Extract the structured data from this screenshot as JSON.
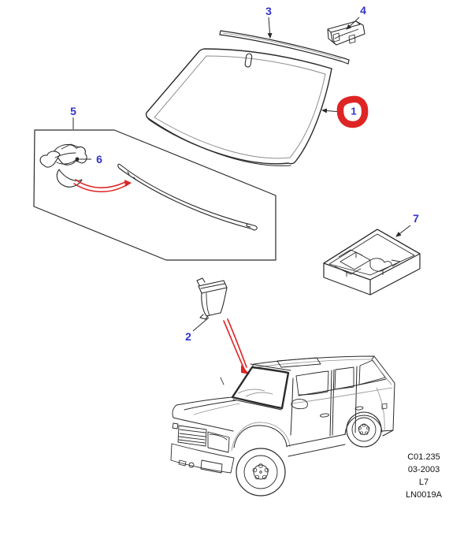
{
  "diagram": {
    "type": "parts-diagram",
    "subject": "Windscreen and fittings",
    "callouts": [
      {
        "label": "1",
        "part": "windscreen-glass",
        "highlighted": true
      },
      {
        "label": "2",
        "part": "spacer"
      },
      {
        "label": "3",
        "part": "upper-finisher-strip"
      },
      {
        "label": "4",
        "part": "mirror-mounting-bracket"
      },
      {
        "label": "5",
        "part": "side-finisher-kit"
      },
      {
        "label": "6",
        "part": "clip"
      },
      {
        "label": "7",
        "part": "glazing-packing-kit"
      }
    ],
    "footer": {
      "lines": [
        "C01.235",
        "03-2003",
        "L7",
        "LN0019A"
      ]
    },
    "colors": {
      "label_blue": "#3232cc",
      "highlight_red": "#de2525",
      "line": "#2a2a2a",
      "line_light": "#8f8f8f",
      "background": "#ffffff"
    }
  }
}
